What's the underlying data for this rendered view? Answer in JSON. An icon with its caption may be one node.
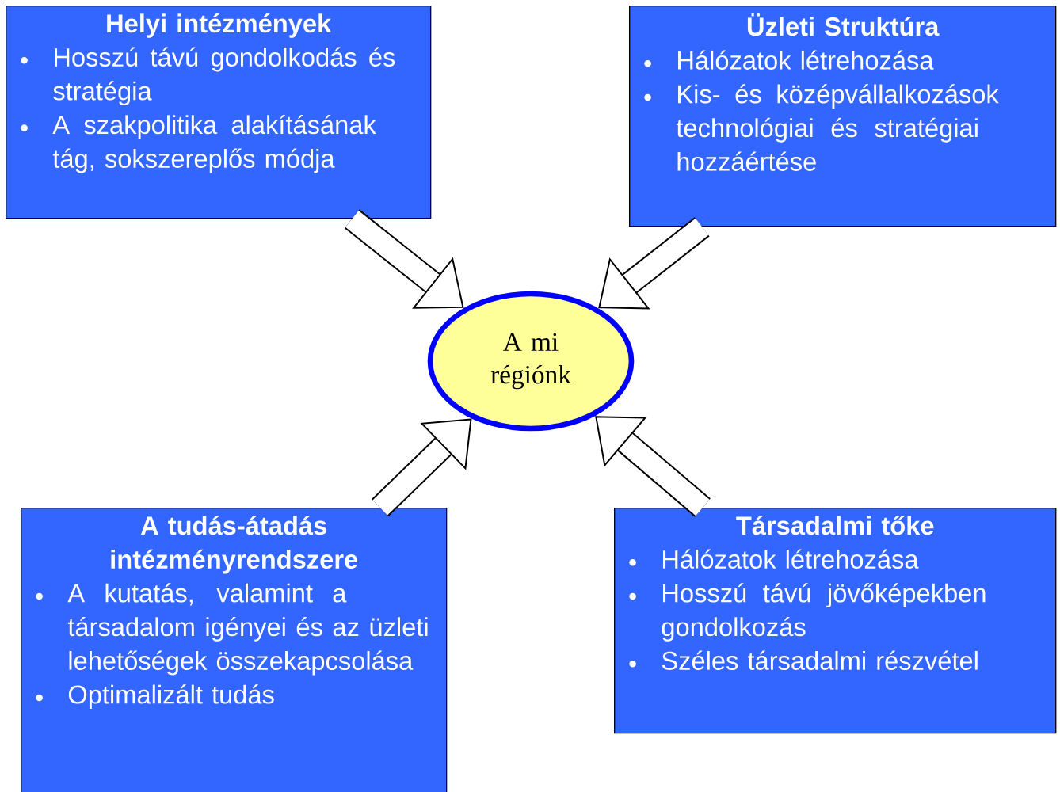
{
  "diagram": {
    "nodes": [
      {
        "text": [
          "Helyi intézmények",
          "Hosszú távú gondolkodás és stratégia",
          "A szakpolitika alakításának tág, sokszereplős módja"
        ]
      },
      {
        "text": [
          "Üzleti Struktúra",
          "Hálózatok létrehozása",
          "Kis- és középvállalkozások technológiai és stratégiai hozzáértése"
        ]
      },
      {
        "text": [
          "A mi régiónk"
        ]
      },
      {
        "text": [
          "A tudás-átadás intézményrendszere",
          "A kutatás, valamint a társadalom igényei és az üzleti lehetőségek összekapcsolása",
          "Optimalizált tudás"
        ]
      },
      {
        "text": [
          "Társadalmi tőke",
          "Hálózatok létrehozása",
          "Hosszú távú jövőképekben gondolkozás",
          "Széles társadalmi részvétel"
        ]
      }
    ],
    "edges": [
      {
        "from": 0,
        "to": 2,
        "arrow": "to"
      },
      {
        "from": 1,
        "to": 2,
        "arrow": "to"
      },
      {
        "from": 3,
        "to": 2,
        "arrow": "to"
      },
      {
        "from": 4,
        "to": 2,
        "arrow": "to"
      }
    ]
  }
}
